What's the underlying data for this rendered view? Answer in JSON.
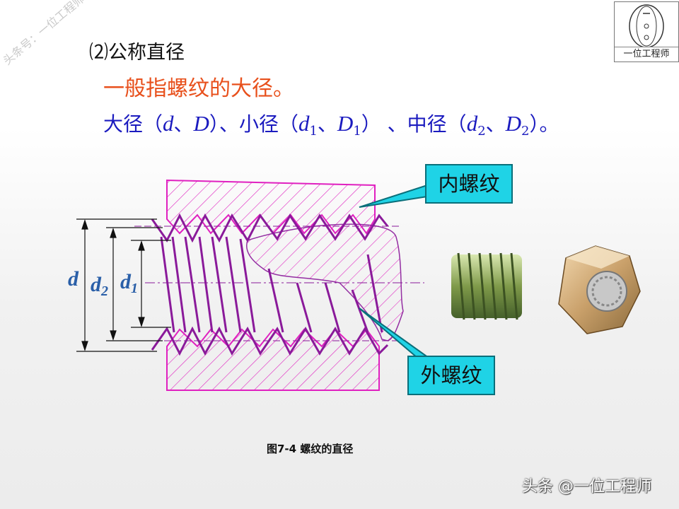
{
  "header": {
    "section_number": "⑵",
    "section_title": "公称直径",
    "definition": "一般指螺纹的大径。"
  },
  "diameters": {
    "major_label": "大径（",
    "major_d": "d",
    "sep1": "、",
    "major_D": "D",
    "major_close": "）、",
    "minor_label": "小径（",
    "minor_d": "d",
    "minor_sub": "1",
    "sep2": "、",
    "minor_D": "D",
    "minor_D_sub": "1",
    "minor_close": "） 、",
    "pitch_label": "中径（",
    "pitch_d": "d",
    "pitch_sub": "2",
    "sep3": "、",
    "pitch_D": "D",
    "pitch_D_sub": "2",
    "pitch_close": "）。"
  },
  "figure": {
    "dim_d": "d",
    "dim_d2": "d",
    "dim_d2_sub": "2",
    "dim_d1": "d",
    "dim_d1_sub": "1",
    "callout_internal": "内螺纹",
    "callout_external": "外螺纹",
    "caption": "图7-4 螺纹的直径"
  },
  "watermarks": {
    "diagonal": "头条号：一位工程师",
    "logo_caption": "一位工程师",
    "footer": "头条 @一位工程师"
  },
  "colors": {
    "thread_magenta": "#e020c0",
    "external_purple": "#8a1a9a",
    "callout_cyan": "#1fd3e6",
    "heading_orange": "#e8501c",
    "text_blue": "#1b1bbf"
  }
}
